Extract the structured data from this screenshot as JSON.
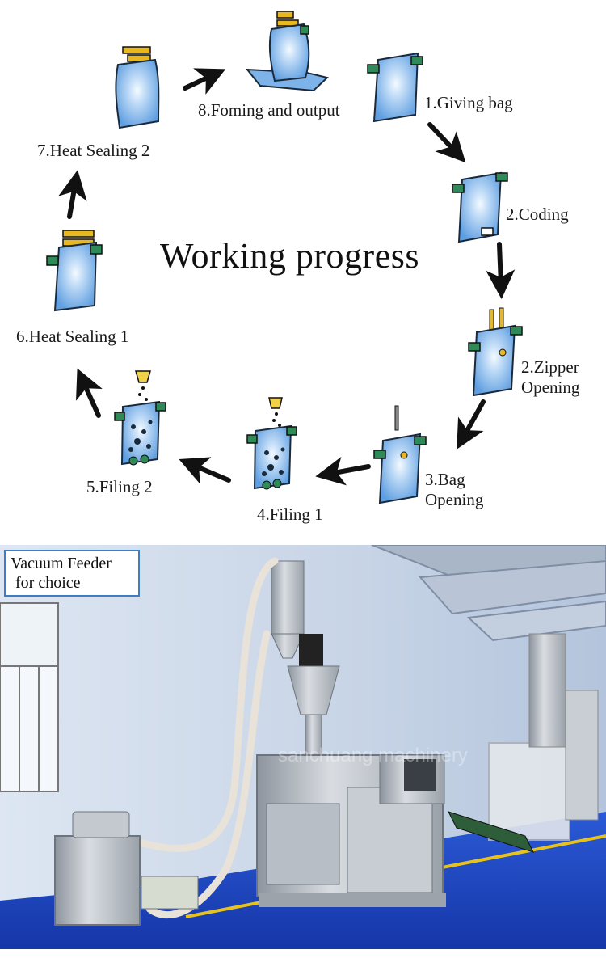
{
  "diagram": {
    "title": "Working progress",
    "steps": [
      {
        "label": "1.Giving bag"
      },
      {
        "label": "2.Coding"
      },
      {
        "label": "2.Zipper Opening",
        "line1": "2.Zipper",
        "line2": "Opening"
      },
      {
        "label": "3.Bag Opening",
        "line1": "3.Bag",
        "line2": "Opening"
      },
      {
        "label": "4.Filing 1"
      },
      {
        "label": "5.Filing 2"
      },
      {
        "label": "6.Heat Sealing 1"
      },
      {
        "label": "7.Heat Sealing 2"
      },
      {
        "label": "8.Foming and output"
      }
    ],
    "colors": {
      "bag_fill": "#7db3e8",
      "bag_highlight": "#eaf4ff",
      "clamp": "#2e8b57",
      "zipper_bar": "#e8b820",
      "arrow": "#111111"
    }
  },
  "photo": {
    "callout_line1": "Vacuum Feeder",
    "callout_line2": "for choice",
    "watermark": "sanchuang machinery",
    "colors": {
      "wall": "#c9d6e8",
      "floor": "#1e47c8",
      "steel": "#b9bec5",
      "floor_stripe": "#e6c21a"
    }
  }
}
